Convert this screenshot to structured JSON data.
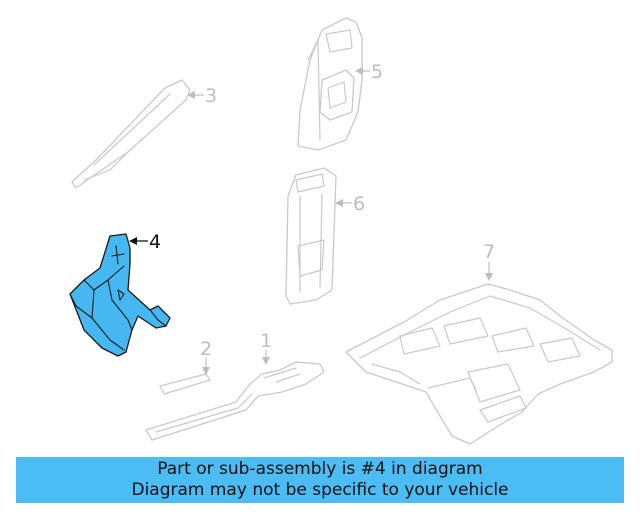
{
  "callouts": {
    "c1": "1",
    "c2": "2",
    "c3": "3",
    "c4": "4",
    "c5": "5",
    "c6": "6",
    "c7": "7"
  },
  "highlighted_part": "4",
  "colors": {
    "highlight": "#45b8f2",
    "banner": "#4cbcf4",
    "ghost_outline": "#c9c9c9"
  },
  "banner": {
    "line1": "Part or sub-assembly is #4 in diagram",
    "line2": "Diagram may not be specific to your vehicle"
  }
}
